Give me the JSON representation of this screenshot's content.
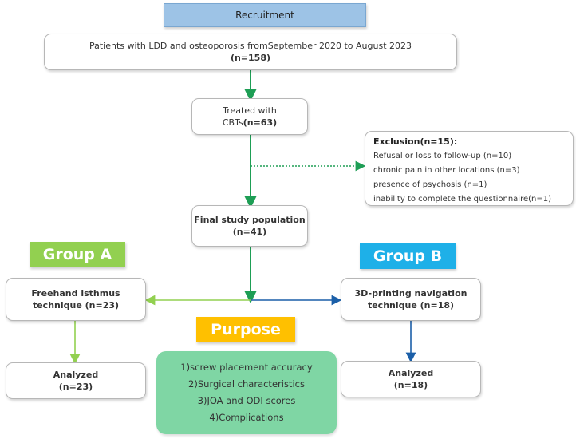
{
  "recruitment": "Recruitment",
  "patients": {
    "line1": "Patients with LDD and osteoporosis fromSeptember 2020 to August 2023",
    "count": "(n=158)"
  },
  "treated": {
    "line1": "Treated with",
    "line2_prefix": "CBTs",
    "count": "(n=63)"
  },
  "exclusion": {
    "title": "Exclusion(n=15):",
    "items": [
      "Refusal or loss to follow-up (n=10)",
      "chronic pain in other locations (n=3)",
      "presence of psychosis (n=1)",
      "inability to complete the questionnaire(n=1)"
    ]
  },
  "final": {
    "line1": "Final study population",
    "count": "(n=41)"
  },
  "group_a": {
    "label": "Group A",
    "technique_line1": "Freehand isthmus",
    "technique_line2": "technique (n=23)",
    "analyzed": "Analyzed",
    "analyzed_count": "(n=23)"
  },
  "group_b": {
    "label": "Group B",
    "technique_line1": "3D-printing navigation",
    "technique_line2": "technique (n=18)",
    "analyzed": "Analyzed",
    "analyzed_count": "(n=18)"
  },
  "purpose": {
    "label": "Purpose",
    "items": [
      "1)screw placement accuracy",
      "2)Surgical characteristics",
      "3)JOA and ODI scores",
      "4)Complications"
    ]
  },
  "colors": {
    "green_arrow": "#1e9e55",
    "light_green": "#92d050",
    "blue": "#1b5fa8",
    "group_b": "#1eb0e8",
    "purpose_tag": "#ffc000",
    "purpose_box": "#7fd6a4",
    "recruit": "#9dc3e6"
  }
}
